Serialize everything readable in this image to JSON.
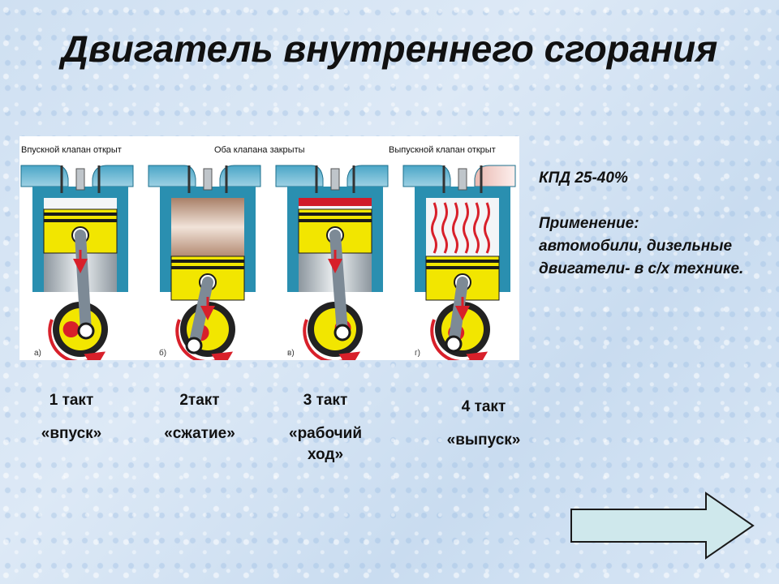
{
  "title": "Двигатель внутреннего сгорания",
  "diagram": {
    "captions": [
      "Впускной клапан открыт",
      "Оба клапана закрыты",
      "Выпускной клапан открыт"
    ],
    "panel_letters": [
      "а)",
      "б)",
      "в)",
      "г)"
    ]
  },
  "info": {
    "kpd": "КПД   25-40%",
    "application_heading": "Применение:",
    "application_text": "автомобили, дизельные двигатели- в с/х технике."
  },
  "strokes": [
    {
      "number": "1 такт",
      "name": "«впуск»"
    },
    {
      "number": "2такт",
      "name": "«сжатие»"
    },
    {
      "number": "3 такт",
      "name": "«рабочий ход»"
    },
    {
      "number": "4 такт",
      "name": "«выпуск»"
    }
  ],
  "colors": {
    "cylinder_teal": "#2a8fb0",
    "piston_yellow": "#f2e600",
    "rod_grey": "#7d8a96",
    "arrow_red": "#d8202a",
    "button_fill": "#cfe8ec"
  },
  "icons": {
    "next": "right-arrow-icon"
  }
}
